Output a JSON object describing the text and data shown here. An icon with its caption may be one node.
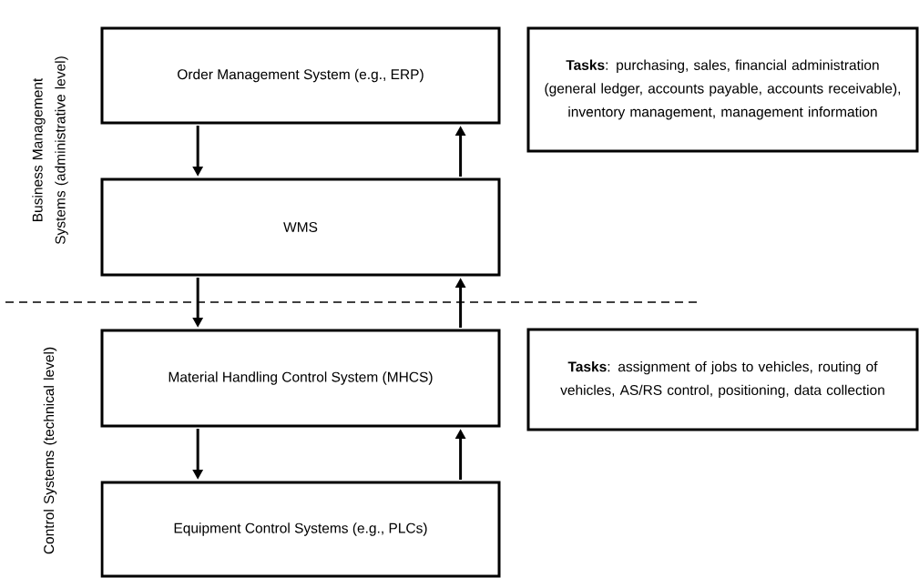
{
  "diagram": {
    "nodes": [
      {
        "text": [
          "Order Management System (e.g., ERP)"
        ]
      },
      {
        "text": [
          "WMS"
        ]
      },
      {
        "text": [
          "Material Handling Control System (MHCS)"
        ]
      },
      {
        "text": [
          "Equipment Control Systems (e.g., PLCs)"
        ]
      },
      {
        "text": [
          "**Tasks**: purchasing, sales, financial administration (general ledger, accounts payable, accounts receivable), inventory management, management information"
        ]
      },
      {
        "text": [
          "**Tasks**: assignment of jobs to vehicles, routing of vehicles, AS/RS control, positioning, data collection"
        ]
      }
    ],
    "edges": [
      {
        "from": 0,
        "to": 1,
        "arrow": "to"
      },
      {
        "from": 1,
        "to": 0,
        "arrow": "to"
      },
      {
        "from": 1,
        "to": 2,
        "arrow": "to"
      },
      {
        "from": 2,
        "to": 1,
        "arrow": "to"
      },
      {
        "from": 2,
        "to": 3,
        "arrow": "to"
      },
      {
        "from": 3,
        "to": 2,
        "arrow": "to"
      }
    ],
    "labels": [
      "Business Management Systems (administrative level)",
      "Control Systems (technical level)"
    ]
  }
}
